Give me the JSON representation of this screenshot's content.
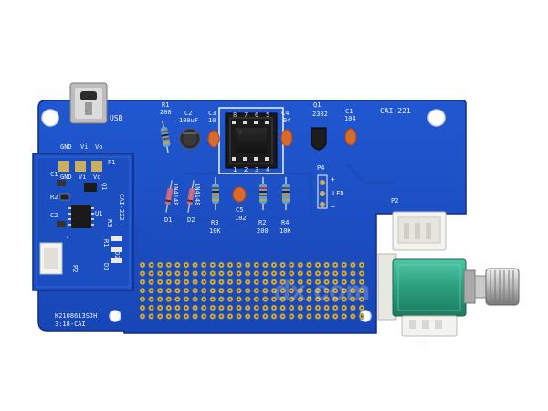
{
  "board": {
    "model": "CAI-221",
    "colors": {
      "pcb": "#1a4fc4",
      "pcb_edge": "#0e2f86",
      "silk": "#eef3ff",
      "pad": "#c9b060"
    },
    "usb_label": "USB",
    "power_pins": [
      "GND",
      "Vi",
      "Vo"
    ],
    "components": {
      "r1": {
        "ref": "R1",
        "value": "200"
      },
      "c2": {
        "ref": "C2",
        "value": "100uF"
      },
      "c3": {
        "ref": "C3",
        "value": "10"
      },
      "c4": {
        "ref": "C4",
        "value": "04"
      },
      "q1": {
        "ref": "Q1",
        "value": "2302"
      },
      "c1": {
        "ref": "C1",
        "value": "104"
      },
      "d1": {
        "ref": "D1",
        "value": "1N4148"
      },
      "d2": {
        "ref": "D2",
        "value": "1N4148"
      },
      "r3": {
        "ref": "R3",
        "value": "10K"
      },
      "c5": {
        "ref": "C5",
        "value": "102"
      },
      "r2": {
        "ref": "R2",
        "value": "200"
      },
      "r4": {
        "ref": "R4",
        "value": "10K"
      },
      "p4": {
        "ref": "P4",
        "value": "LED"
      },
      "p2": {
        "ref": "P2"
      },
      "p3": {
        "ref": "P3"
      }
    },
    "ic_pins_top": [
      "8",
      "7",
      "6",
      "5"
    ],
    "ic_pins_bottom": [
      "1",
      "2",
      "3",
      "4"
    ],
    "batch_code": [
      "K2108613SJH",
      "3:18-CAI"
    ]
  },
  "subboard": {
    "model": "CAI-222",
    "header": [
      "GND",
      "Vi",
      "Vo"
    ],
    "labels": [
      "C1",
      "R2",
      "C2",
      "U1",
      "Q1",
      "R3",
      "R1",
      "D3",
      "D2",
      "P2",
      "P1"
    ]
  },
  "watermark": "dx.com"
}
